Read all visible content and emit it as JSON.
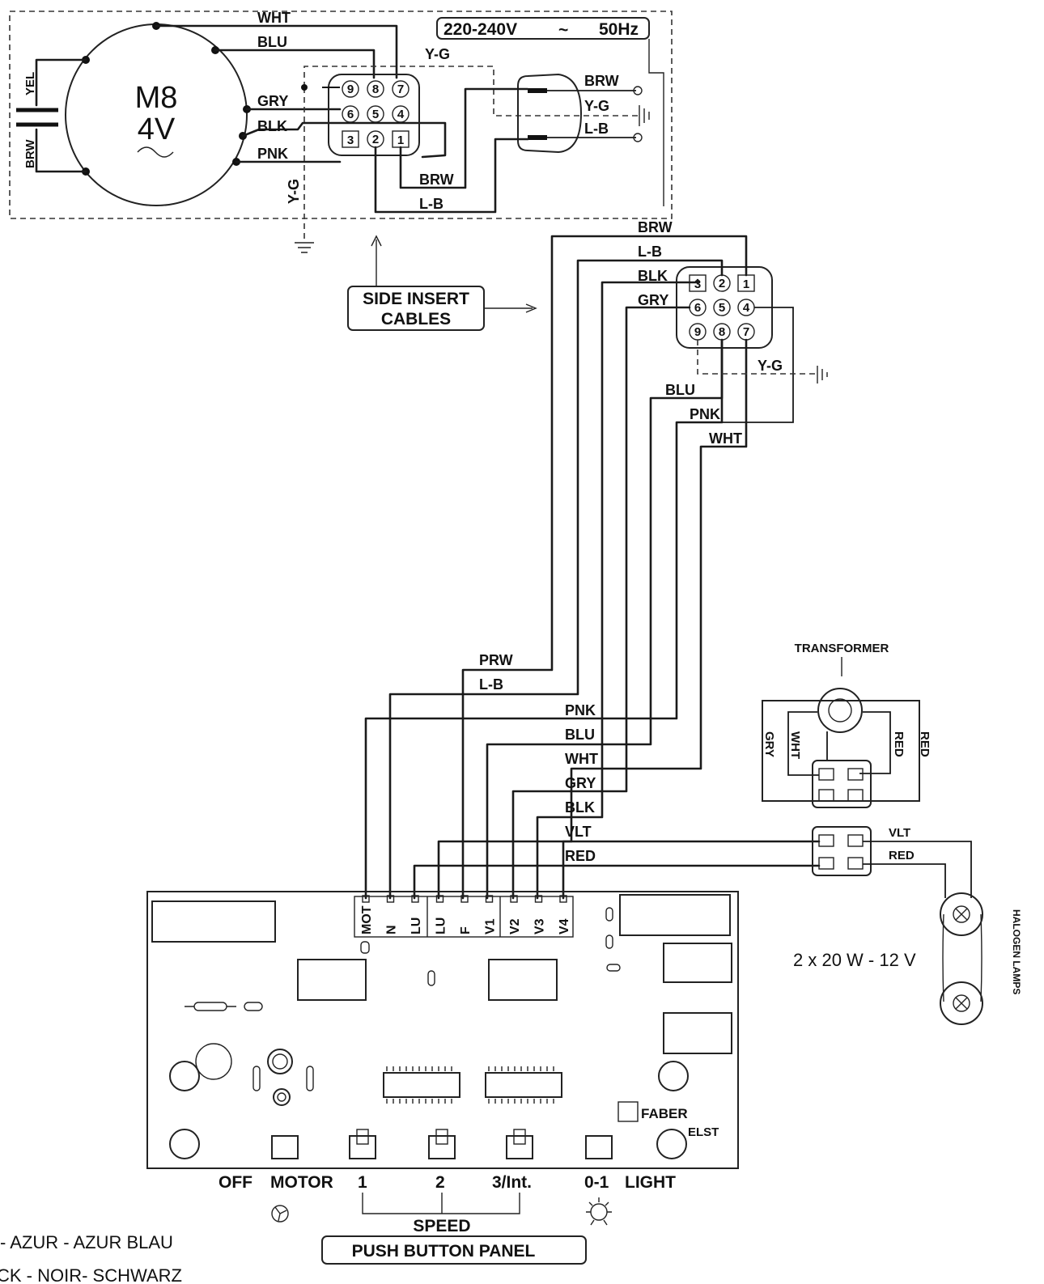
{
  "motor": {
    "title": "M8",
    "speed": "4V",
    "wire_labels": {
      "wht": "WHT",
      "blu": "BLU",
      "gry": "GRY",
      "blk": "BLK",
      "pnk": "PNK",
      "yel": "YEL",
      "brw": "BRW"
    }
  },
  "supply": {
    "voltage": "220-240V",
    "tilde": "~",
    "frequency": "50Hz"
  },
  "top_labels": {
    "yg_top": "Y-G",
    "yg_left": "Y-G",
    "brw_plug": "BRW",
    "yg_plug": "Y-G",
    "lb_plug": "L-B",
    "brw_bottom": "BRW",
    "lb_bottom": "L-B"
  },
  "connector_pins": [
    "9",
    "8",
    "7",
    "6",
    "5",
    "4",
    "3",
    "2",
    "1"
  ],
  "side_insert": {
    "line1": "SIDE INSERT",
    "line2": "CABLES"
  },
  "harness_labels": {
    "brw": "BRW",
    "lb": "L-B",
    "blk": "BLK",
    "gry": "GRY",
    "yg": "Y-G",
    "blu": "BLU",
    "pnk": "PNK",
    "wht": "WHT"
  },
  "lower_labels": {
    "prw": "PRW",
    "lb": "L-B",
    "pnk": "PNK",
    "blu": "BLU",
    "wht": "WHT",
    "gry": "GRY",
    "blk": "BLK",
    "vlt": "VLT",
    "red": "RED"
  },
  "terminals": [
    "MOT",
    "N",
    "LU",
    "LU",
    "F",
    "V1",
    "V2",
    "V3",
    "V4"
  ],
  "transformer": {
    "title": "TRANSFORMER",
    "gry": "GRY",
    "wht": "WHT",
    "red_inner": "RED",
    "red_outer": "RED"
  },
  "lamp_wires": {
    "vlt": "VLT",
    "red": "RED"
  },
  "lamps": {
    "rating": "2 x 20 W - 12 V",
    "label": "HALOGEN LAMPS"
  },
  "board": {
    "brand": "FABER",
    "model": "ELST"
  },
  "buttons": {
    "off": "OFF",
    "motor": "MOTOR",
    "b1": "1",
    "b2": "2",
    "b3": "3/Int.",
    "light01": "0-1",
    "light": "LIGHT",
    "speed": "SPEED",
    "panel": "PUSH BUTTON PANEL"
  },
  "legend": {
    "line1": "- AZUR - AZUR BLAU",
    "line2": "CK - NOIR- SCHWARZ"
  }
}
